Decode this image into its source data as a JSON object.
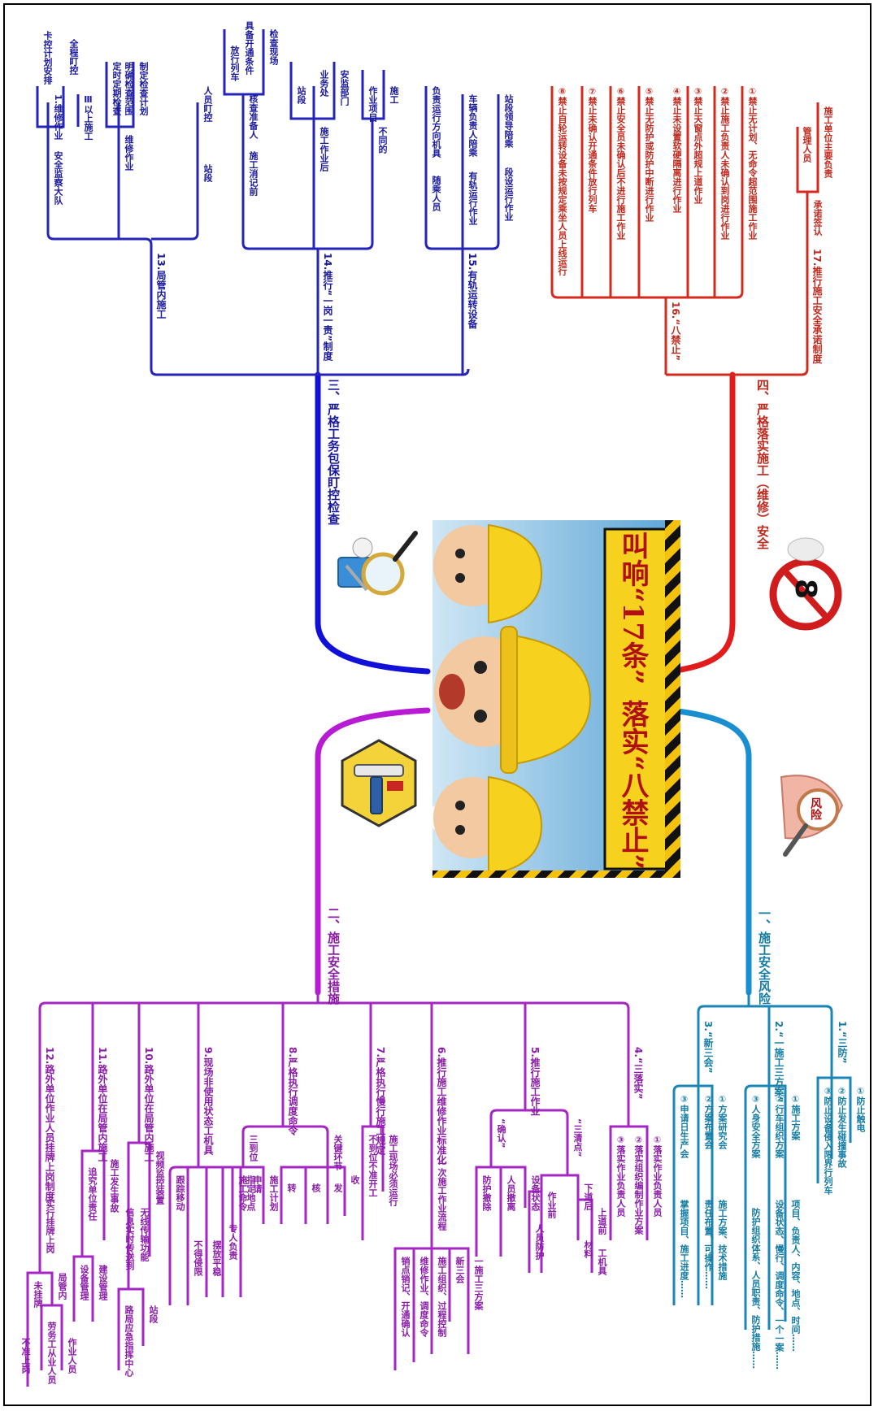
{
  "center": {
    "title_part1": "叫响“17条”",
    "title_part2": "落实“八禁止”",
    "no_entry_number": "8",
    "risk_badge": "风险"
  },
  "branches": {
    "b1": "一、施工安全风险",
    "b2": "二、施工安全措施",
    "b3": "三、严格工务包保盯控检查",
    "b4": "四、严格落实施工（维修）安全"
  },
  "b1_items": {
    "n1": "1.“三防”",
    "n1a": "①防止触电",
    "n1b": "②防止发生碰撞事故",
    "n1c": "③防止设备侵入限界行列车",
    "n2": "2.“一施工三方案”",
    "n2a": "①施工方案",
    "n2a1": "项目、负责人、内容、地点、时间……",
    "n2b": "②行车组织方案",
    "n2b1": "设备状态、慢行、调度命令、一个一案……",
    "n2c": "③人身安全方案",
    "n2c1": "防护组织体系、人员职责、防护措施……",
    "n3": "3.“新三会”",
    "n3a": "①方案研究会",
    "n3a1": "施工方案、技术措施",
    "n3b": "②方案布置会",
    "n3b1": "责任布置、可操作……",
    "n3c": "③申请日生产会",
    "n3c1": "掌握项目、施工进度……"
  },
  "b2_items": {
    "n4": "4.“三落实”",
    "n4a": "①落实作业负责人员",
    "n4b": "②落实组织编制作业方案",
    "n4c": "③落实作业负责人员",
    "n5": "5.推行施工作业",
    "n5a": "“三清点”",
    "n5a1": "上道前",
    "n5a2": "下道后",
    "n5a3": "工机具",
    "n5a4": "材料",
    "n5a5": "作业前",
    "n5a6": "人员防护",
    "n5b": "“确认”",
    "n5b1": "设备状态",
    "n5b2": "人员撤离",
    "n5b3": "防护撤除",
    "n6": "6.推行施工维修作业标准化",
    "n6a": "一次施工作业流程",
    "n6a1": "一施工三方案",
    "n6a2": "新三会",
    "n6a3": "施工组织、过程控制",
    "n6a4": "维修作业、调度命令",
    "n6a5": "销点销记、开通确认",
    "n7": "7.严格执行慢行施工规定",
    "n7a": "施工现场必须运行",
    "n7b": "不到位不准开工",
    "n8": "8.严格执行调度命令",
    "n8a": "关键环节",
    "n8a1": "收",
    "n8a2": "发",
    "n8a3": "核",
    "n8a4": "转",
    "n8b": "三到位",
    "n8b1": "施工计划",
    "n8b2": "施工命令",
    "n8b3": "申请",
    "n9": "9.现场非使用状态工机具",
    "n9a": "指定地点",
    "n9b": "专人负责",
    "n9c": "摆放平稳",
    "n9d": "不得侵限",
    "n9e": "跟踪移动",
    "n10": "10.路外单位在局管内施工",
    "n10a": "视频监控装置",
    "n10b": "无线传输功能",
    "n10c": "信息实时传送到",
    "n10d": "站段",
    "n10e": "路局应急指挥中心",
    "n11": "11.路外单位在局管内施工",
    "n11a": "施工发生事故",
    "n11b": "追究单位责任",
    "n11c": "建设管理",
    "n11d": "设备管理",
    "n12": "12.路外单位作业人员挂牌上岗制度",
    "n12a": "实行挂牌上岗",
    "n12b": "局管内",
    "n12b1": "作业人员",
    "n12b2": "劳务工从业人员",
    "n12c": "未挂牌",
    "n12c1": "不准上岗"
  },
  "b3_items": {
    "n13": "13.局管内施工",
    "n13a": "安全监察大队",
    "n13a1": "1.维修作业",
    "n13a2": "卡控计划安排",
    "n13a3": "全程盯控",
    "n13a4": "Ⅲ以上施工",
    "n13b": "维修作业",
    "n13b1": "制定检查计划",
    "n13b2": "明确检查范围",
    "n13b3": "定时定期检查",
    "n13c": "站段",
    "n13c1": "人员盯控",
    "n14": "14.推行“一岗一责”制度",
    "n14a": "施工消记前",
    "n14a1": "检查现场",
    "n14a2": "核查准备人",
    "n14a3": "具备开通条件",
    "n14a4": "放行列车",
    "n14b": "施工作业后",
    "n14b1": "安监部门",
    "n14b2": "业务处",
    "n14b3": "站段",
    "n14c": "不同的",
    "n14c1": "施工",
    "n14c2": "作业项目",
    "n15": "15.有轨运转设备",
    "n15a": "随乘人员",
    "n15a1": "负责运行方向机具",
    "n15b": "有轨运行作业",
    "n15b1": "车辆负责人陪乘",
    "n15c": "段设运行作业",
    "n15c1": "站段领导陪乘"
  },
  "b4_items": {
    "n16": "16.“八禁止”",
    "n16a": "①禁止无计划、无命令超范围施工作业",
    "n16b": "②禁止施工负责人未确认到岗进行作业",
    "n16c": "③禁止天窗点外超规上道作业",
    "n16d": "④禁止未设置软硬隔离进行作业",
    "n16e": "⑤禁止无防护或防护中断进行作业",
    "n16f": "⑥禁止安全员未确认后不进行施工作业",
    "n16g": "⑦禁止未确认开通条件放行列车",
    "n16h": "⑧禁止自轮运转设备未按规定乘坐人员上线运行",
    "n17": "17.推行施工安全承诺制度",
    "n17a": "承诺签认",
    "n17a1": "施工单位主要负责",
    "n17a2": "管理人员"
  }
}
